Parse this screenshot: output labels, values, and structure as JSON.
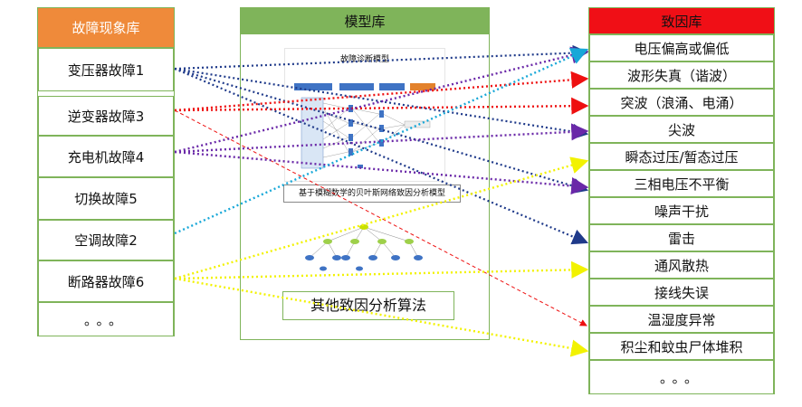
{
  "fault_library": {
    "title": "故障现象库",
    "items": [
      "变压器故障1",
      "逆变器故障3",
      "充电机故障4",
      "切换故障5",
      "空调故障2",
      "断路器故障6",
      "。。。"
    ]
  },
  "model_library": {
    "title": "模型库",
    "diagnosis_model_title": "故障诊断模型",
    "bayes_caption": "基于模糊数学的贝叶斯网络致因分析模型",
    "other_algorithms": "其他致因分析算法"
  },
  "cause_library": {
    "title": "致因库",
    "items": [
      "电压偏高或偏低",
      "波形失真（谐波）",
      "突波（浪涌、电涌）",
      "尖波",
      "瞬态过压/暂态过压",
      "三相电压不平衡",
      "噪声干扰",
      "雷击",
      "通风散热",
      "接线失误",
      "温湿度异常",
      "积尘和蚊虫尸体堆积",
      "。。。"
    ]
  },
  "colors": {
    "fault_header": "#ef8a3a",
    "cause_header": "#f00f16",
    "border": "#7fb45a",
    "link_navy": "#1f3a8a",
    "link_purple": "#6a28a8",
    "link_red": "#ee1010",
    "link_cyan": "#18a8d8",
    "link_yellow": "#f2f200"
  }
}
